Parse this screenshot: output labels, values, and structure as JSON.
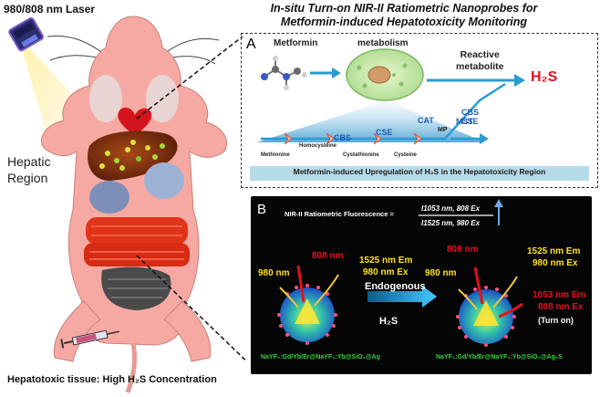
{
  "laser_label": "980/808 nm Laser",
  "title_line1": "In-situ Turn-on NIR-II Ratiometric Nanoprobes for",
  "title_line2": "Metformin-induced Hepatotoxicity Monitoring",
  "hepatic_label": "Hepatic Region",
  "tissue_label": "Hepatotoxic tissue: High H₂S Concentration",
  "panelA": {
    "letter": "A",
    "metformin": "Metformin",
    "metabolism": "metabolism",
    "reactive_line1": "Reactive",
    "reactive_line2": "metabolite",
    "h2s": "H₂S",
    "cbs_top": "CBS",
    "cse_top": "CSE",
    "pathway": [
      "Methionine",
      "Homocysteine",
      "Cystathionine",
      "Cysteine"
    ],
    "cbs_mid": "CBS",
    "cse_mid": "CSE",
    "cat": "CAT",
    "mp": "MP",
    "mst": "MST",
    "banner": "Metformin-induced Upregulation of  H₂S in the Hepatotoxicity Region"
  },
  "panelB": {
    "letter": "B",
    "ratio_label": "NIR-II Ratiometric Fluorescence =",
    "numerator": "I1053 nm, 808 Ex",
    "denominator": "I1525 nm, 980 Ex",
    "left_808": "808 nm",
    "left_1525em": "1525 nm Em",
    "left_980ex": "980 nm Ex",
    "left_980": "980 nm",
    "arrow_label": "Endogenous",
    "h2s": "H₂S",
    "right_808": "808 nm",
    "right_1525em": "1525 nm Em",
    "right_980ex": "980 nm Ex",
    "right_980": "980 nm",
    "right_1053em": "1053 nm Em",
    "right_808ex": "808 nm Ex",
    "turn_on": "(Turn on)",
    "formula_left": "NaYF₄:Gd/Yb/Er@NaYF₄:Yb@SiO₂@Ag",
    "formula_right": "NaYF₄:Gd/Yb/Er@NaYF₄:Yb@SiO₂@Ag₂S"
  },
  "colors": {
    "mouse_body": "#f6a9a2",
    "red_text": "#e3111e",
    "blue_text": "#1f5fb0",
    "arrow_teal": "#2a9bd1",
    "banner_bg": "#b5dbe9",
    "yellow_text": "#ffe01a",
    "green_formula": "#37d13a"
  }
}
